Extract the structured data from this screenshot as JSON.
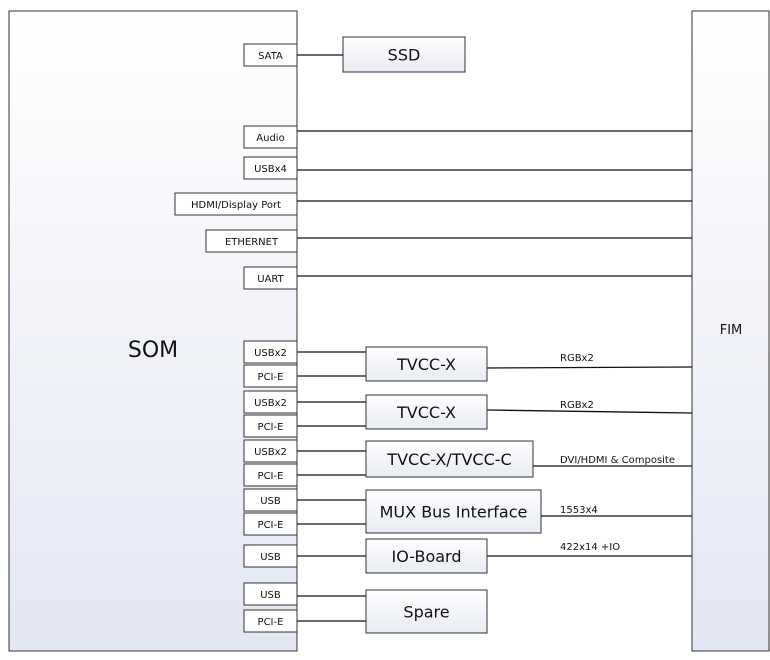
{
  "som": {
    "label": "SOM"
  },
  "fim": {
    "label": "FIM"
  },
  "ports": [
    "SATA",
    "Audio",
    "USBx4",
    "HDMI/Display Port",
    "ETHERNET",
    "UART",
    "USBx2",
    "PCI-E",
    "USBx2",
    "PCI-E",
    "USBx2",
    "PCI-E",
    "USB",
    "PCI-E",
    "USB",
    "USB",
    "PCI-E"
  ],
  "blocks": [
    "SSD",
    "TVCC-X",
    "TVCC-X",
    "TVCC-X/TVCC-C",
    "MUX Bus Interface",
    "IO-Board",
    "Spare"
  ],
  "signals": [
    "RGBx2",
    "RGBx2",
    "DVI/HDMI & Composite",
    "1553x4",
    "422x14 +IO"
  ],
  "colors": {
    "line": "#111111",
    "box_stroke": "#333333",
    "panel_top": "#ffffff",
    "panel_bottom": "#e3e7f3",
    "block_top": "#ffffff",
    "block_bottom": "#e8ebf3"
  }
}
